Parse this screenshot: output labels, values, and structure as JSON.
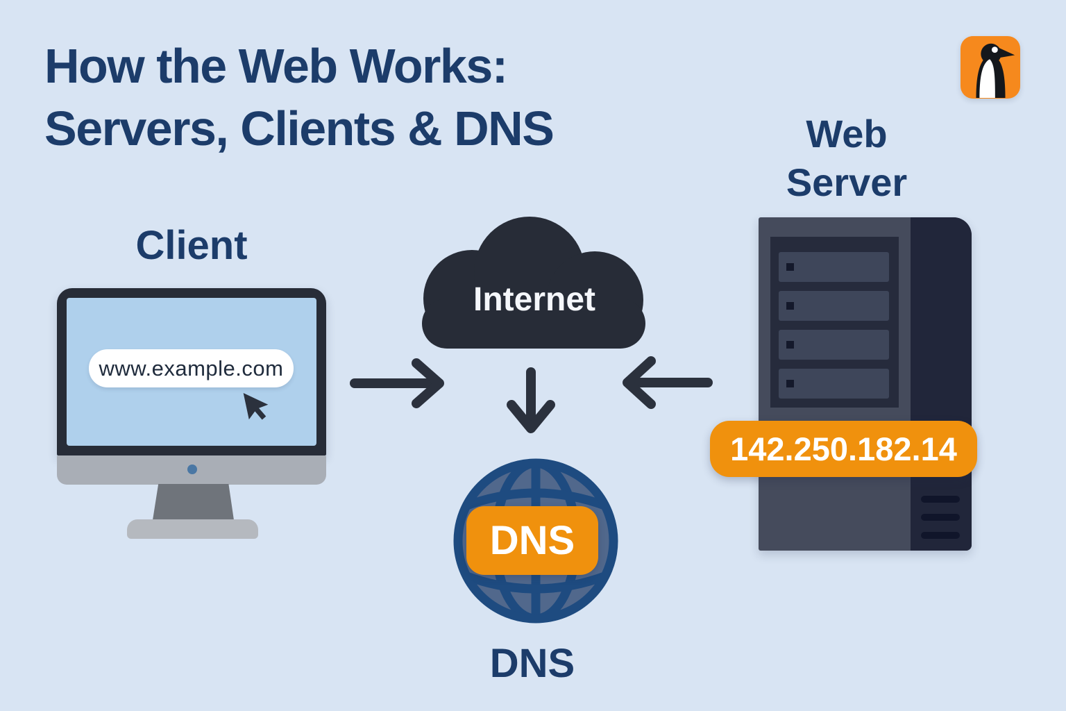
{
  "title": {
    "line1": "How the Web Works:",
    "line2": "Servers, Clients & DNS"
  },
  "client": {
    "label": "Client",
    "url": "www.example.com"
  },
  "internet": {
    "label": "Internet"
  },
  "web_server": {
    "label": "Web Server",
    "ip": "142.250.182.14"
  },
  "dns": {
    "badge": "DNS",
    "caption": "DNS"
  },
  "icons": {
    "logo": "penguin-icon",
    "client": "desktop-monitor-icon",
    "cursor": "cursor-arrow-icon",
    "internet": "cloud-icon",
    "dns": "globe-icon",
    "server": "server-tower-icon",
    "arrow_client_to_internet": "arrow-right-icon",
    "arrow_internet_to_dns": "arrow-down-icon",
    "arrow_server_to_internet": "arrow-left-icon"
  },
  "colors": {
    "background": "#D8E4F3",
    "navy_text": "#1C3C6A",
    "charcoal": "#272C37",
    "arrow": "#2B313D",
    "orange": "#F0910D",
    "logo_orange": "#F6891D",
    "white": "#FFFFFF",
    "screen_blue": "#AFD0EC",
    "monitor_gray": "#A9AEB6",
    "stand_gray": "#6F747B",
    "base_gray": "#B5B9BF",
    "camera_blue": "#4A77A4",
    "globe_fill": "#51688C",
    "globe_line": "#1E4B80",
    "server_front": "#454B5C",
    "server_side": "#21263A",
    "server_panel": "#262B3C",
    "server_bay": "#3E465A",
    "led_dark": "#14192B",
    "vent_dark": "#10152A",
    "cloud_text": "#F5F7FB",
    "url_text": "#1F2B3C",
    "penguin_black": "#15181C"
  }
}
